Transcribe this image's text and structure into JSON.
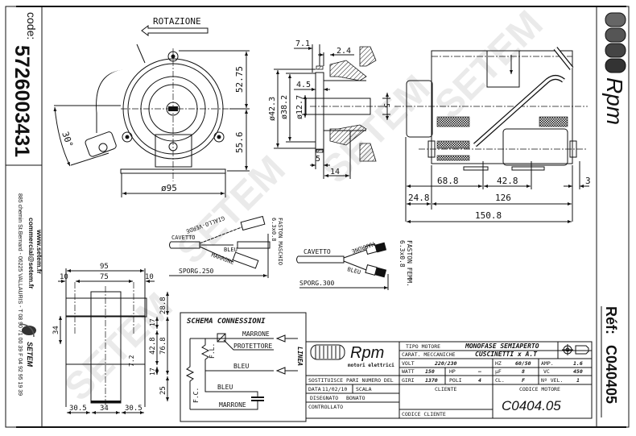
{
  "sidebar_left": {
    "code_label": "code:",
    "code_value": "5726003431",
    "website": "www.setem.fr",
    "email": "commercial@setem.fr",
    "address": "885 chemin St.Bernard  -  06225 VALLAURIS  -  T 08 90 71 00 39  F 04 92 95 19 39",
    "brand": "SETEM"
  },
  "sidebar_right": {
    "brand": "Rpm",
    "ref_label": "Réf:",
    "ref_value": "C040405"
  },
  "front_view": {
    "rotation_label": "ROTAZIONE",
    "angle": "30°",
    "dim_upper": "52.75",
    "dim_lower": "55.6",
    "diameter": "ø95"
  },
  "shaft_section": {
    "dims": {
      "d71": "7.1",
      "d24": "2.4",
      "d45": "4.5",
      "d423": "ø42.3",
      "d382": "ø38.2",
      "d127": "ø12.7",
      "d5_side": "5",
      "d5_bottom": "5",
      "d14": "14"
    }
  },
  "side_view": {
    "dims": {
      "d688": "68.8",
      "d428": "42.8",
      "d3": "3",
      "d248": "24.8",
      "d126": "126",
      "d1508": "150.8"
    }
  },
  "cable_male": {
    "cable": "CAVETTO",
    "wire1": "GIALLO-VERDE",
    "wire2": "BLEU",
    "wire3": "MARRONE",
    "length": "SPORG.250",
    "connector": "FASTON MASCHIO",
    "connector_size": "6.3x0.8"
  },
  "cable_female": {
    "cable": "CAVETTO",
    "wire1": "MARRONE",
    "wire2": "BLEU",
    "length": "SPORG.300",
    "connector": "FASTON FEMM.",
    "connector_size": "6.3x0.8"
  },
  "bottom_view": {
    "dims": {
      "w95": "95",
      "w10a": "10",
      "w75": "75",
      "w10b": "10",
      "h34": "34",
      "h288": "28.8",
      "h17a": "17",
      "h428": "42.8",
      "h768": "76.8",
      "h17b": "17",
      "h72": "7.2",
      "h25": "25",
      "b305a": "30.5",
      "b34": "34",
      "b305b": "30.5"
    }
  },
  "schema": {
    "title": "SCHEMA CONNESSIONI",
    "marrone_top": "MARRONE",
    "protettore": "PROTETTORE",
    "fl": "F.L.",
    "bleu_1": "BLEU",
    "linea": "LINEA",
    "bleu_2": "BLEU",
    "fc": "F.C.",
    "marrone_bottom": "MARRONE"
  },
  "title_block": {
    "logo": "Rpm",
    "logo_sub": "motori elettrici",
    "tipo_motore_label": "TIPO MOTORE",
    "tipo_motore_value": "MONOFASE SEMIAPERTO",
    "carat_label": "CARAT. MECCANICHE",
    "carat_value": "CUSCINETTI x A.T",
    "volt_label": "VOLT",
    "volt_value": "220/230",
    "hz_label": "HZ",
    "hz_value": "60/50",
    "amp_label": "AMP.",
    "amp_value": "1.6",
    "watt_label": "WATT",
    "watt_value": "150",
    "hp_label": "HP",
    "hp_value": "—",
    "uf_label": "µF",
    "uf_value": "8",
    "vc_label": "VC",
    "vc_value": "450",
    "giri_label": "GIRI",
    "giri_value": "1370",
    "poli_label": "POLI",
    "poli_value": "4",
    "cl_label": "CL.",
    "cl_value": "F",
    "nvel_label": "Nº VEL.",
    "nvel_value": "1",
    "sostituisce": "SOSTITUISCE PARI NUMERO DEL",
    "data_label": "DATA",
    "data_value": "11/02/10",
    "scala_label": "SCALA",
    "disegnato_label": "DISEGNATO",
    "disegnato_value": "BONATO",
    "controllato_label": "CONTROLLATO",
    "cliente_label": "CLIENTE",
    "codice_cliente_label": "CODICE CLIENTE",
    "codice_motore_label": "CODICE MOTORE",
    "codice_motore_value": "C0404.05"
  },
  "watermark": "SETEM"
}
